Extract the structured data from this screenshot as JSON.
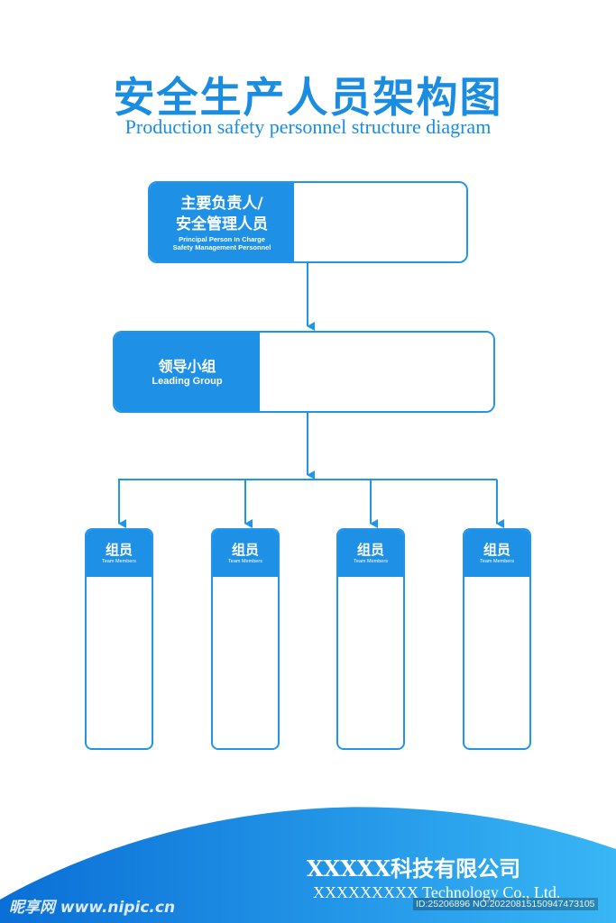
{
  "title": {
    "cn": "安全生产人员架构图",
    "en": "Production safety personnel structure diagram"
  },
  "top_box": {
    "cn_line1": "主要负责人/",
    "cn_line2": "安全管理人员",
    "en_line1": "Principal Person In Charge",
    "en_line2": "Safety Management Personnel"
  },
  "leading_group": {
    "cn": "领导小组",
    "en": "Leading Group"
  },
  "members": [
    {
      "cn": "组员",
      "en": "Team Members"
    },
    {
      "cn": "组员",
      "en": "Team Members"
    },
    {
      "cn": "组员",
      "en": "Team Members"
    },
    {
      "cn": "组员",
      "en": "Team Members"
    }
  ],
  "footer": {
    "company_cn": "XXXXX科技有限公司",
    "company_en": "XXXXXXXXX Technology Co., Ltd.",
    "watermark_site": "昵享网 www.nipic.cn",
    "watermark_id": "ID:25206896 NO:20220815150947473105"
  },
  "colors": {
    "primary": "#1e90e6",
    "background": "#ffffff"
  }
}
